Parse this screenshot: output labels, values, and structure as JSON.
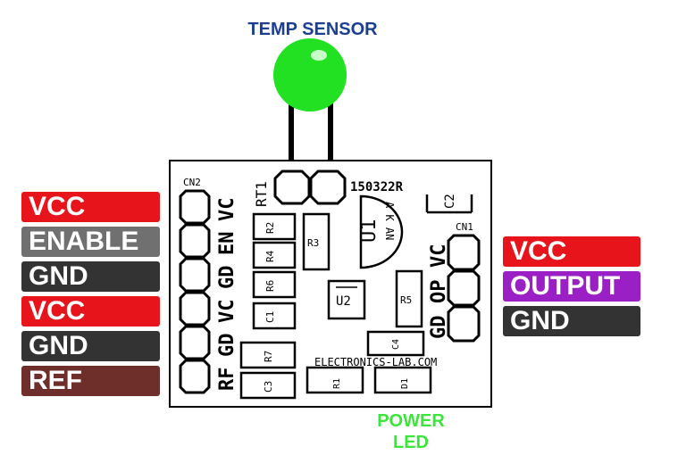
{
  "sensor_title": "TEMP SENSOR",
  "power_led": {
    "line1": "POWER",
    "line2": "LED"
  },
  "left_pins": [
    {
      "label": "VCC",
      "color": "#e8141b"
    },
    {
      "label": "ENABLE",
      "color": "#707070"
    },
    {
      "label": "GND",
      "color": "#333333"
    },
    {
      "label": "VCC",
      "color": "#e8141b"
    },
    {
      "label": "GND",
      "color": "#333333"
    },
    {
      "label": "REF",
      "color": "#6e2e2a"
    }
  ],
  "right_pins": [
    {
      "label": "VCC",
      "color": "#e8141b"
    },
    {
      "label": "OUTPUT",
      "color": "#9a1fc4"
    },
    {
      "label": "GND",
      "color": "#333333"
    }
  ],
  "board": {
    "cn2": "CN2",
    "cn1": "CN1",
    "rt1": "RT1",
    "pcb_code": "150322R",
    "c2": "C2",
    "u1": "U1",
    "u1_pins": "A K AN",
    "u2": "U2",
    "brand": "ELECTRONICS-LAB.COM",
    "cn2_pin_labels": [
      "VC",
      "EN",
      "GD",
      "VC",
      "GD",
      "RF"
    ],
    "cn1_pin_labels": [
      "VC",
      "OP",
      "GD"
    ],
    "components": {
      "r1": "R1",
      "r2": "R2",
      "r3": "R3",
      "r4": "R4",
      "r5": "R5",
      "r6": "R6",
      "r7": "R7",
      "c1": "C1",
      "c3": "C3",
      "c4": "C4",
      "d1": "D1"
    }
  },
  "colors": {
    "sensor_green": "#22e022",
    "title_blue": "#1c3f94",
    "led_green": "#39e639",
    "board_outline": "#000000"
  },
  "icons": [
    "temperature-sensor-icon",
    "pin-header-icon"
  ]
}
